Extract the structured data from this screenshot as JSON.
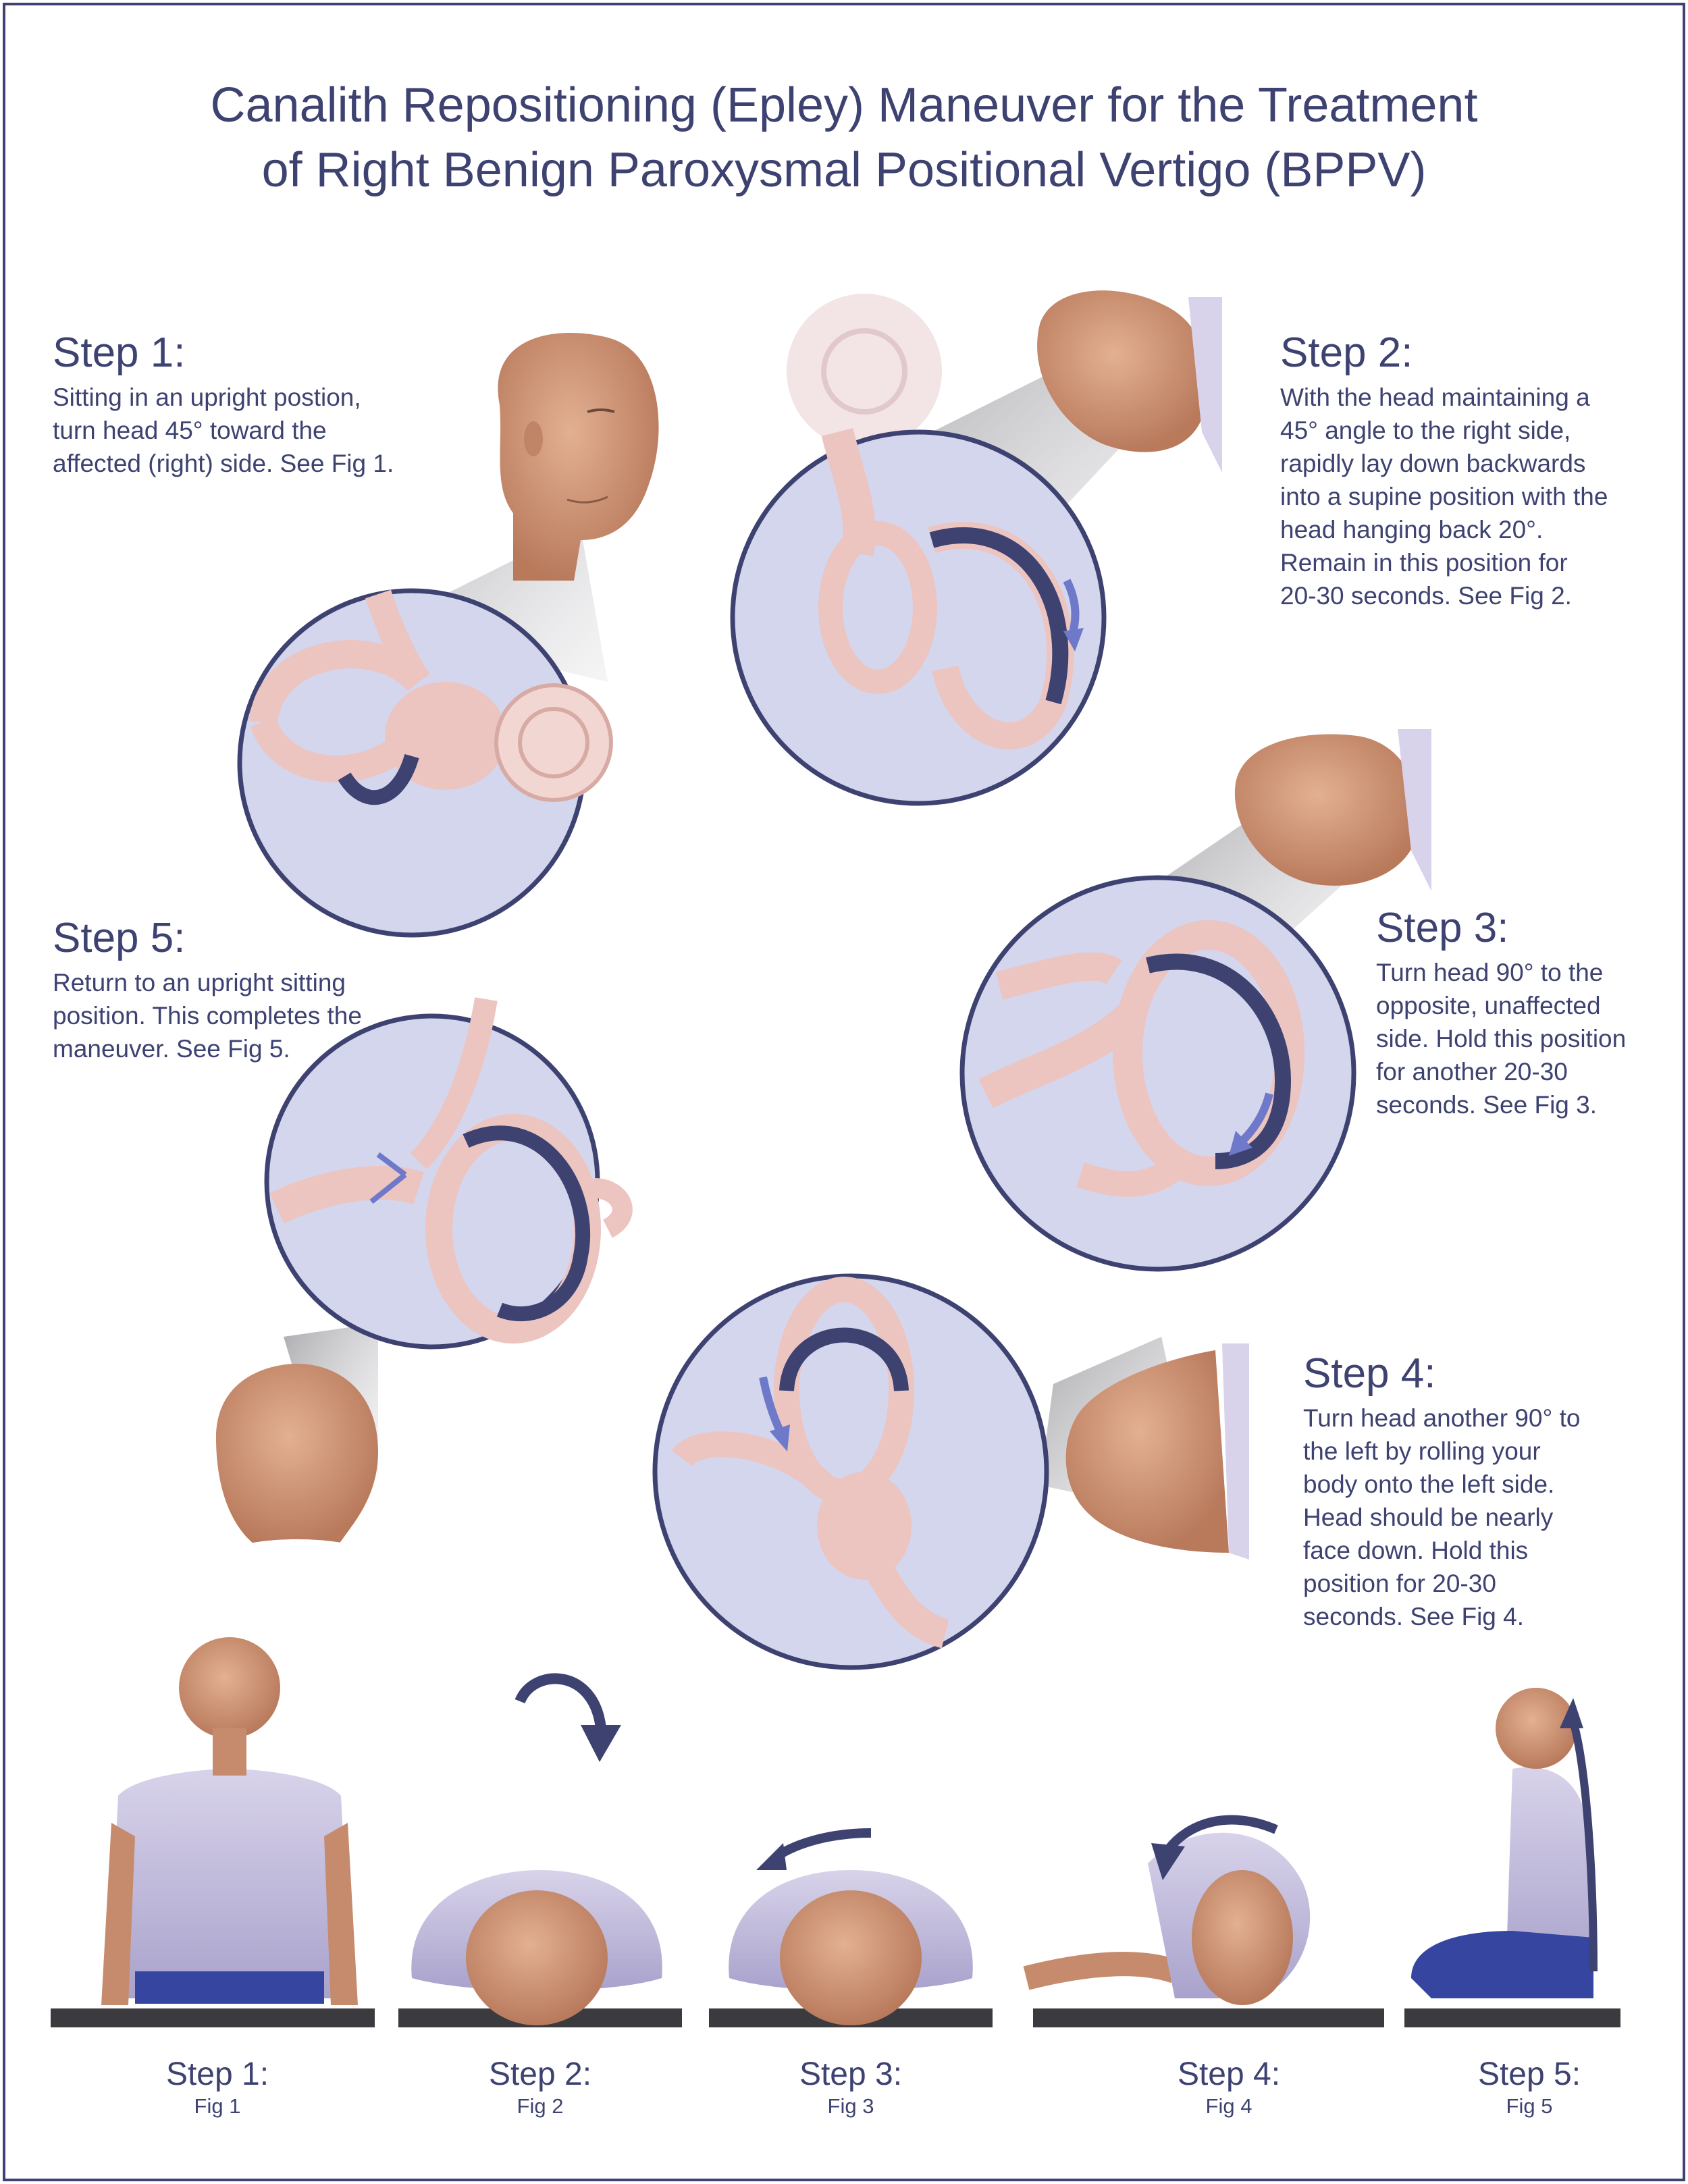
{
  "title": {
    "line1": "Canalith Repositioning (Epley) Maneuver for the Treatment",
    "line2": "of Right Benign Paroxysmal Positional Vertigo (BPPV)"
  },
  "steps": [
    {
      "heading": "Step 1:",
      "lines": [
        "Sitting in an upright postion,",
        "turn head 45° toward the",
        "affected (right) side. See Fig 1."
      ]
    },
    {
      "heading": "Step 2:",
      "lines": [
        "With the head maintaining a",
        "45° angle to the right side,",
        "rapidly lay down backwards",
        "into a supine position with the",
        "head hanging back 20°.",
        "Remain in this position for",
        "20-30 seconds. See Fig 2."
      ]
    },
    {
      "heading": "Step 3:",
      "lines": [
        "Turn head 90° to the",
        "opposite, unaffected",
        "side. Hold this position",
        "for another 20-30",
        "seconds. See Fig 3."
      ]
    },
    {
      "heading": "Step 4:",
      "lines": [
        "Turn head another 90° to",
        "the left by rolling your",
        "body onto the left side.",
        "Head should be nearly",
        "face down. Hold this",
        "position for 20-30",
        "seconds. See Fig 4."
      ]
    },
    {
      "heading": "Step 5:",
      "lines": [
        "Return to an upright sitting",
        "position. This completes the",
        "maneuver. See Fig 5."
      ]
    }
  ],
  "figures": [
    {
      "step": "Step 1:",
      "fig": "Fig 1"
    },
    {
      "step": "Step 2:",
      "fig": "Fig 2"
    },
    {
      "step": "Step 3:",
      "fig": "Fig 3"
    },
    {
      "step": "Step 4:",
      "fig": "Fig 4"
    },
    {
      "step": "Step 5:",
      "fig": "Fig 5"
    }
  ],
  "colors": {
    "navy": "#3d4271",
    "lavender": "#d4d6ee",
    "skin": "#d49a7a",
    "canal": "#ecc4c0",
    "shirt": "#c9c3e0",
    "arrow": "#6f79c9"
  }
}
